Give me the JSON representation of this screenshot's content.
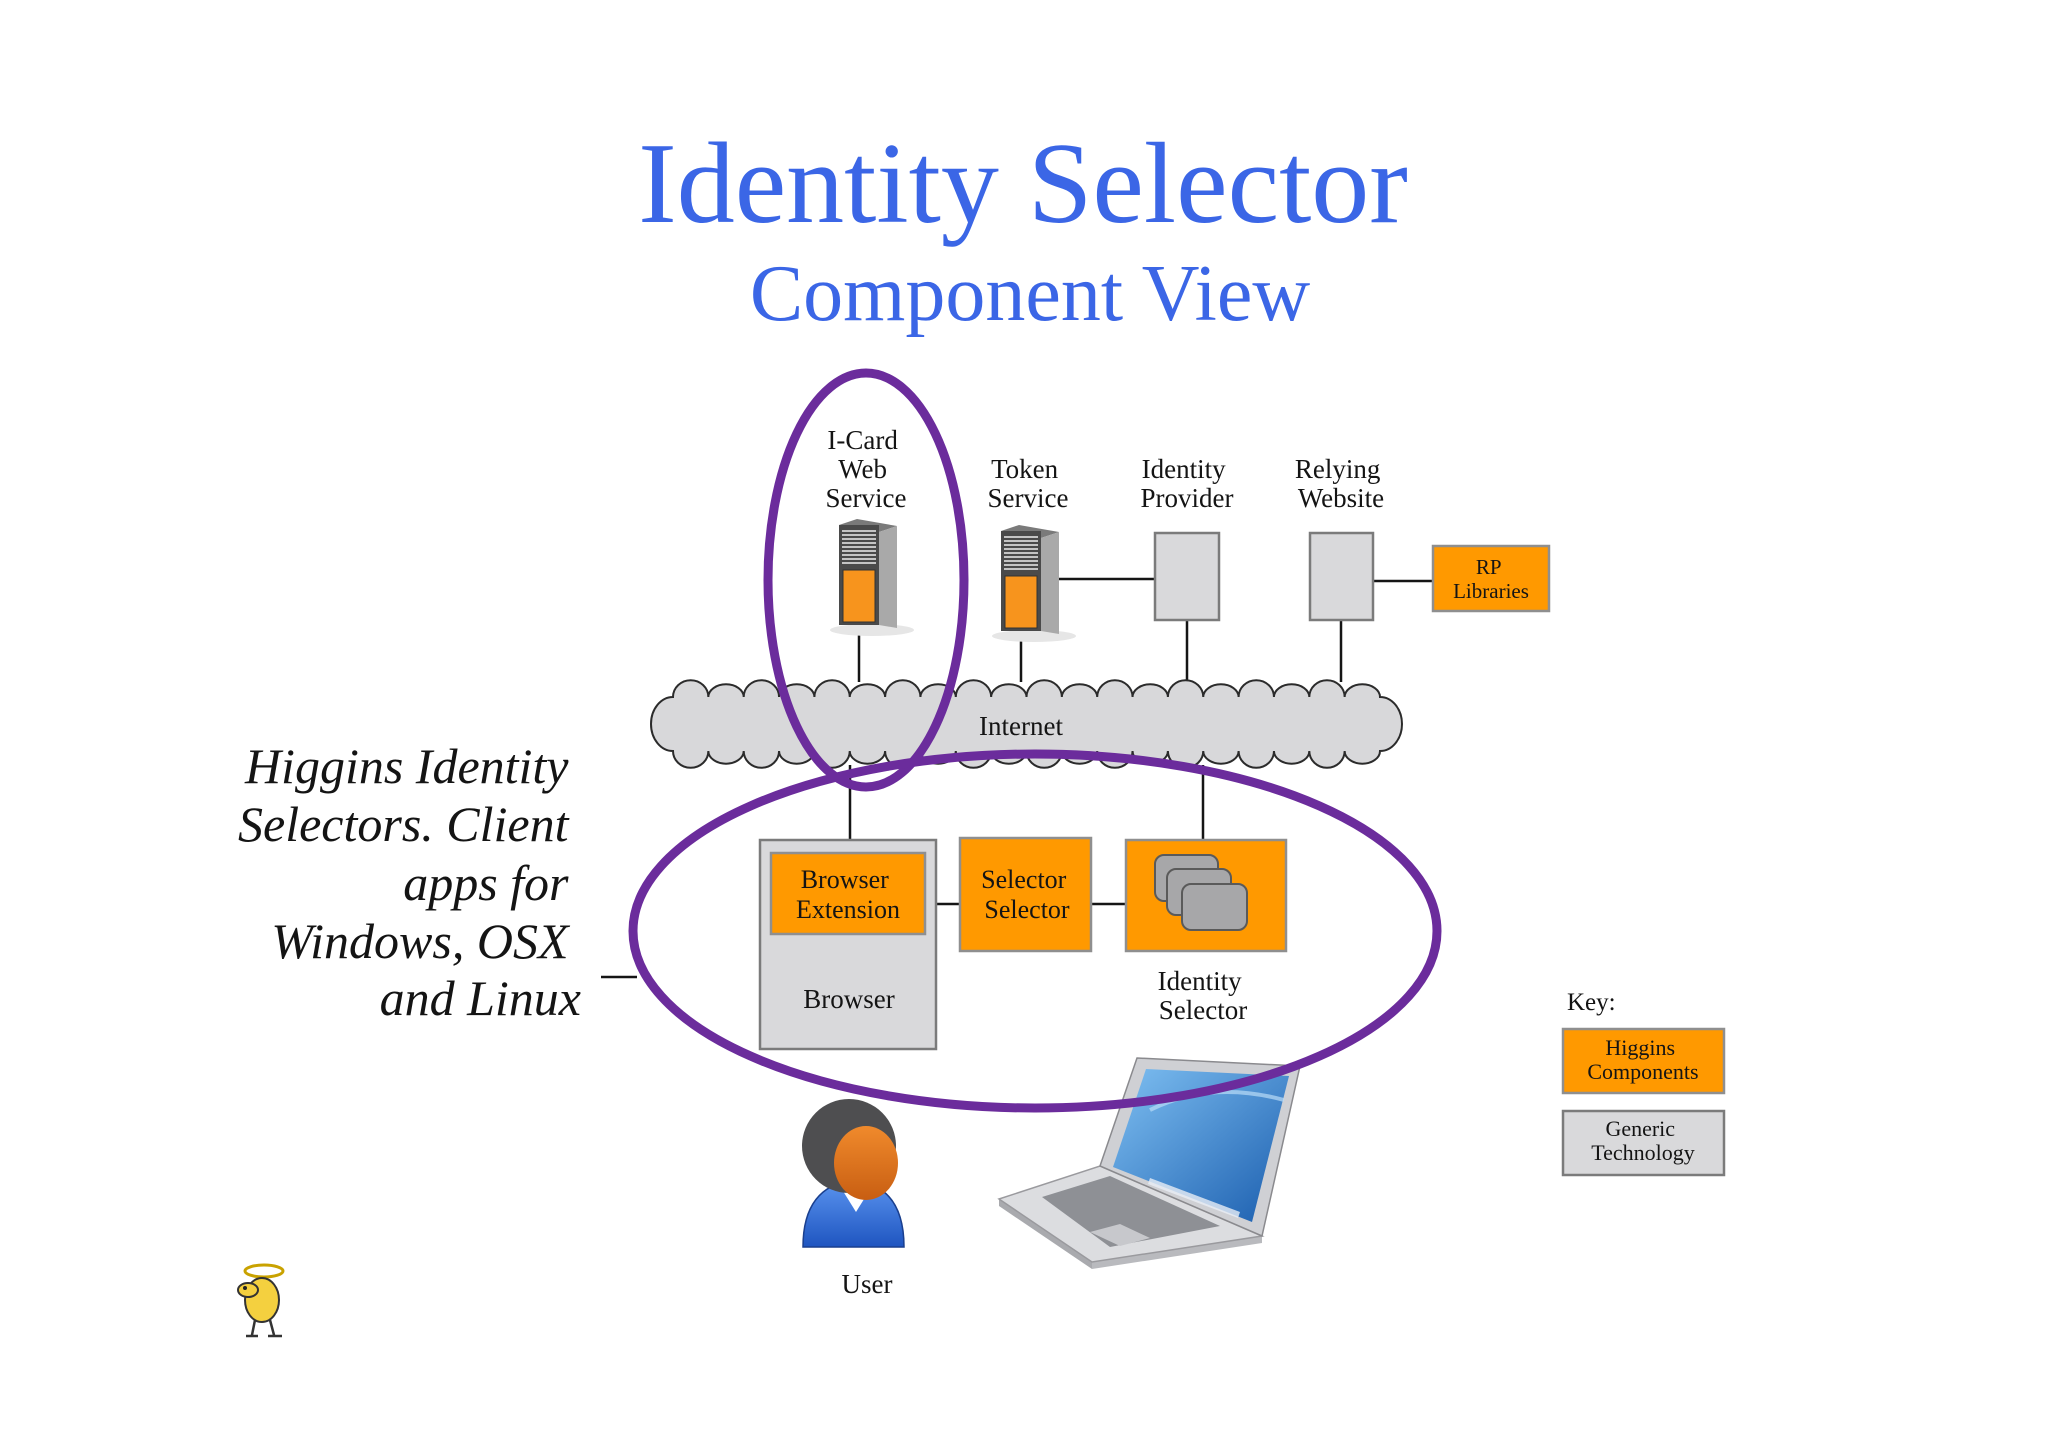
{
  "slide": {
    "title": "Identity Selector",
    "subtitle": "Component View"
  },
  "diagram": {
    "icard_web_service": [
      "I-Card",
      "Web",
      "Service"
    ],
    "token_service": [
      "Token",
      "Service"
    ],
    "identity_provider": [
      "Identity",
      "Provider"
    ],
    "relying_website": [
      "Relying",
      "Website"
    ],
    "rp_libraries": [
      "RP",
      "Libraries"
    ],
    "internet": "Internet",
    "browser_extension": [
      "Browser",
      "Extension"
    ],
    "browser": "Browser",
    "selector_selector": [
      "Selector",
      "Selector"
    ],
    "identity_selector": [
      "Identity",
      "Selector"
    ],
    "user": "User"
  },
  "annotation": [
    "Higgins Identity",
    "Selectors. Client",
    "apps for",
    "Windows, OSX",
    "and Linux"
  ],
  "key": {
    "title": "Key:",
    "higgins_components": [
      "Higgins",
      "Components"
    ],
    "generic_technology": [
      "Generic",
      "Technology"
    ]
  },
  "icons": [
    "server-icon",
    "user-icon",
    "laptop-icon",
    "higgins-logo"
  ],
  "colors": {
    "title": "#3b66e6",
    "highlight": "#6b2c9c",
    "higgins": "#ff9900",
    "generic": "#d9d9db",
    "cloud": "#d8d8da"
  }
}
